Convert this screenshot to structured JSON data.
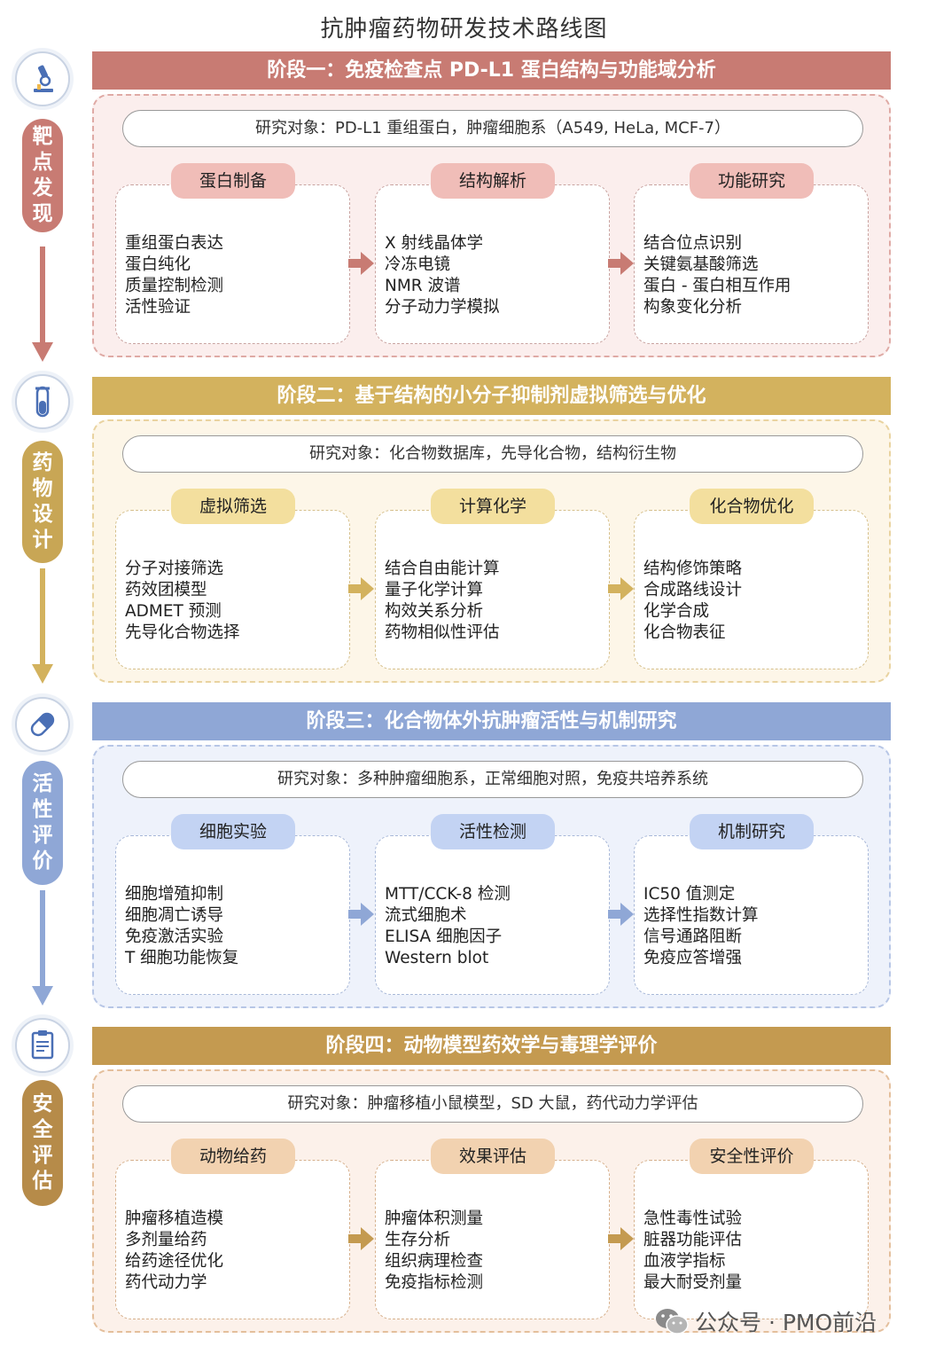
{
  "title": "抗肿瘤药物研发技术路线图",
  "side_labels": [
    {
      "chars": [
        "靶",
        "点",
        "发",
        "现"
      ],
      "icon": "microscope-icon"
    },
    {
      "chars": [
        "药",
        "物",
        "设",
        "计"
      ],
      "icon": "test-tube-icon"
    },
    {
      "chars": [
        "活",
        "性",
        "评",
        "价"
      ],
      "icon": "capsule-icon"
    },
    {
      "chars": [
        "安",
        "全",
        "评",
        "估"
      ],
      "icon": "report-icon"
    }
  ],
  "stages": [
    {
      "header": "阶段一：免疫检查点 PD-L1 蛋白结构与功能域分析",
      "subject": "研究对象：PD-L1 重组蛋白，肿瘤细胞系（A549, HeLa, MCF-7）",
      "colors": {
        "header": "#c87b73",
        "panel_bg": "#fbeeed",
        "panel_border": "#dfaaa5",
        "pill": "#f0bdb8",
        "side": "#c87b73"
      },
      "cards": [
        {
          "title": "蛋白制备",
          "items": [
            "重组蛋白表达",
            "蛋白纯化",
            "质量控制检测",
            "活性验证"
          ]
        },
        {
          "title": "结构解析",
          "items": [
            "X 射线晶体学",
            "冷冻电镜",
            "NMR 波谱",
            "分子动力学模拟"
          ]
        },
        {
          "title": "功能研究",
          "items": [
            "结合位点识别",
            "关键氨基酸筛选",
            "蛋白 - 蛋白相互作用",
            "构象变化分析"
          ]
        }
      ]
    },
    {
      "header": "阶段二：基于结构的小分子抑制剂虚拟筛选与优化",
      "subject": "研究对象：化合物数据库，先导化合物，结构衍生物",
      "colors": {
        "header": "#d3b25e",
        "panel_bg": "#fdf6e8",
        "panel_border": "#e9d3a0",
        "pill": "#f3df9e",
        "side": "#c8a655"
      },
      "cards": [
        {
          "title": "虚拟筛选",
          "items": [
            "分子对接筛选",
            "药效团模型",
            "ADMET 预测",
            "先导化合物选择"
          ]
        },
        {
          "title": "计算化学",
          "items": [
            "结合自由能计算",
            "量子化学计算",
            "构效关系分析",
            "药物相似性评估"
          ]
        },
        {
          "title": "化合物优化",
          "items": [
            "结构修饰策略",
            "合成路线设计",
            "化学合成",
            "化合物表征"
          ]
        }
      ]
    },
    {
      "header": "阶段三：化合物体外抗肿瘤活性与机制研究",
      "subject": "研究对象：多种肿瘤细胞系，正常细胞对照，免疫共培养系统",
      "colors": {
        "header": "#8fa7d6",
        "panel_bg": "#eef2fb",
        "panel_border": "#b7c6e6",
        "pill": "#c3d3f3",
        "side": "#8fa7d6"
      },
      "cards": [
        {
          "title": "细胞实验",
          "items": [
            "细胞增殖抑制",
            "细胞凋亡诱导",
            "免疫激活实验",
            "T 细胞功能恢复"
          ]
        },
        {
          "title": "活性检测",
          "items": [
            "MTT/CCK-8 检测",
            "流式细胞术",
            "ELISA 细胞因子",
            "Western blot"
          ]
        },
        {
          "title": "机制研究",
          "items": [
            "IC50 值测定",
            "选择性指数计算",
            "信号通路阻断",
            "免疫应答增强"
          ]
        }
      ]
    },
    {
      "header": "阶段四：动物模型药效学与毒理学评价",
      "subject": "研究对象：肿瘤移植小鼠模型，SD 大鼠，药代动力学评估",
      "colors": {
        "header": "#c49a50",
        "panel_bg": "#fcf1ea",
        "panel_border": "#e4bf9c",
        "pill": "#f2d2b0",
        "side": "#b68b49"
      },
      "cards": [
        {
          "title": "动物给药",
          "items": [
            "肿瘤移植造模",
            "多剂量给药",
            "给药途径优化",
            "药代动力学"
          ]
        },
        {
          "title": "效果评估",
          "items": [
            "肿瘤体积测量",
            "生存分析",
            "组织病理检查",
            "免疫指标检测"
          ]
        },
        {
          "title": "安全性评价",
          "items": [
            "急性毒性试验",
            "脏器功能评估",
            "血液学指标",
            "最大耐受剂量"
          ]
        }
      ]
    }
  ],
  "watermark": "公众号 · PMO前沿"
}
